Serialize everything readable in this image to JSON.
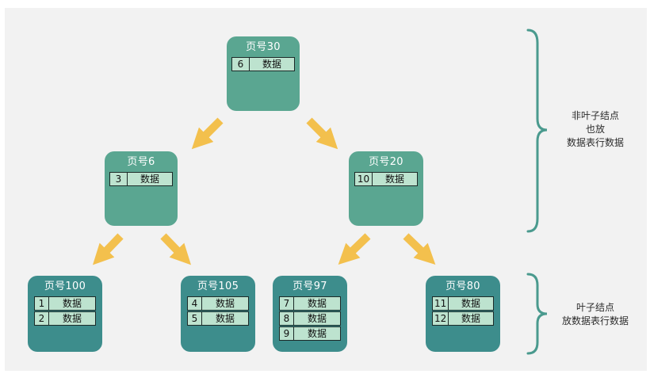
{
  "nodes": {
    "root": {
      "title": "页号30",
      "records": [
        {
          "key": "6",
          "value": "数据"
        }
      ]
    },
    "mid_left": {
      "title": "页号6",
      "records": [
        {
          "key": "3",
          "value": "数据"
        }
      ]
    },
    "mid_right": {
      "title": "页号20",
      "records": [
        {
          "key": "10",
          "value": "数据"
        }
      ]
    },
    "leaf_100": {
      "title": "页号100",
      "records": [
        {
          "key": "1",
          "value": "数据"
        },
        {
          "key": "2",
          "value": "数据"
        }
      ]
    },
    "leaf_105": {
      "title": "页号105",
      "records": [
        {
          "key": "4",
          "value": "数据"
        },
        {
          "key": "5",
          "value": "数据"
        }
      ]
    },
    "leaf_97": {
      "title": "页号97",
      "records": [
        {
          "key": "7",
          "value": "数据"
        },
        {
          "key": "8",
          "value": "数据"
        },
        {
          "key": "9",
          "value": "数据"
        }
      ]
    },
    "leaf_80": {
      "title": "页号80",
      "records": [
        {
          "key": "11",
          "value": "数据"
        },
        {
          "key": "12",
          "value": "数据"
        }
      ]
    }
  },
  "labels": {
    "nonleaf": [
      "非叶子结点",
      "也放",
      "数据表行数据"
    ],
    "leaf": [
      "叶子结点",
      "放数据表行数据"
    ]
  },
  "colors": {
    "nonleaf_node": "#5aa691",
    "leaf_node": "#3d8d8c",
    "record": "#bde3cf",
    "arrow": "#f3c04d",
    "brace": "#4a9a8e"
  }
}
